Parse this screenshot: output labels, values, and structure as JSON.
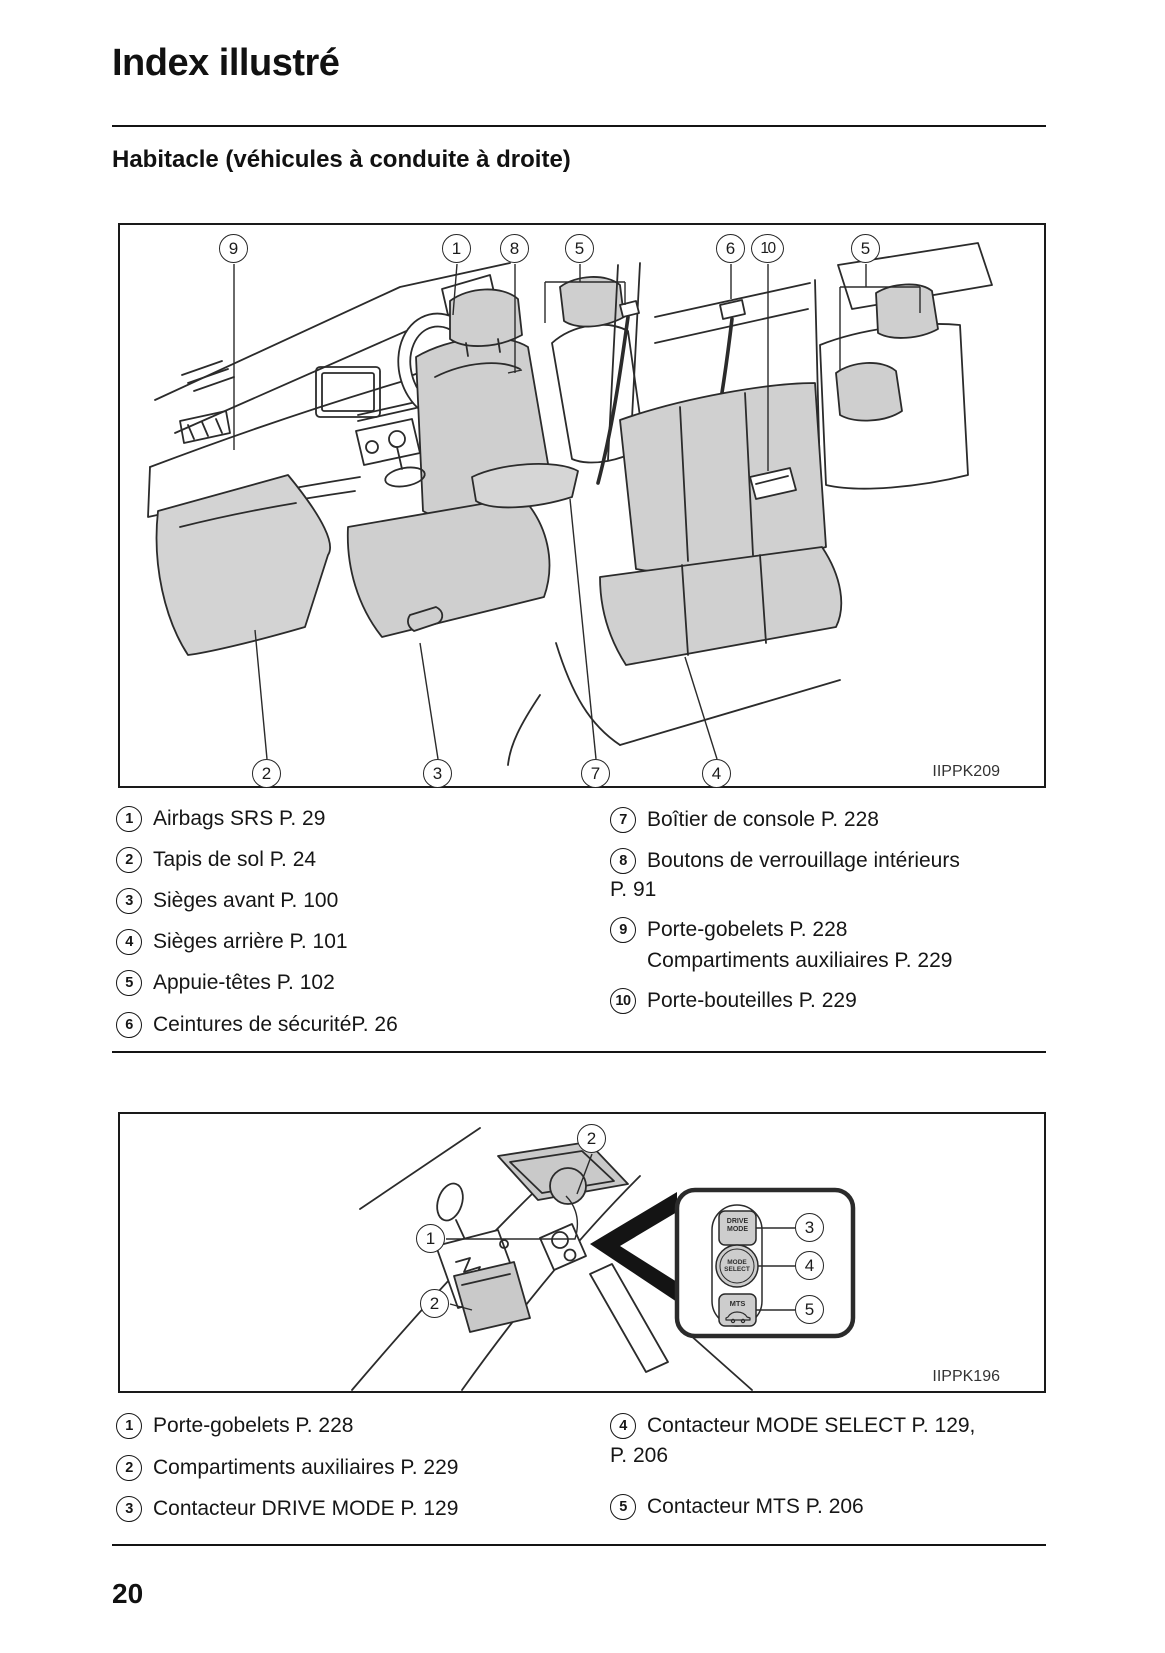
{
  "page": {
    "title": "Index illustré",
    "section_heading": "Habitacle (véhicules à conduite à droite)",
    "page_number": "20"
  },
  "figure1": {
    "image_code": "IIPPK209",
    "callouts_top": [
      "9",
      "1",
      "8",
      "5",
      "6",
      "10",
      "5"
    ],
    "callouts_bottom": [
      "2",
      "3",
      "7",
      "4"
    ],
    "legend_left": [
      {
        "num": "1",
        "text": "Airbags SRS P. 29"
      },
      {
        "num": "2",
        "text": "Tapis de sol P. 24"
      },
      {
        "num": "3",
        "text": "Sièges avant P. 100"
      },
      {
        "num": "4",
        "text": "Sièges arrière P. 101"
      },
      {
        "num": "5",
        "text": "Appuie-têtes P. 102"
      },
      {
        "num": "6",
        "text": "Ceintures de sécuritéP. 26"
      }
    ],
    "legend_right": [
      {
        "num": "7",
        "line1": "Boîtier de console P. 228",
        "line2": ""
      },
      {
        "num": "8",
        "line1": "Boutons de verrouillage intérieurs",
        "line2": "P. 91"
      },
      {
        "num": "9",
        "line1": "Porte-gobelets P. 228",
        "line2": "Compartiments auxiliaires P. 229"
      },
      {
        "num": "10",
        "line1": "Porte-bouteilles P. 229",
        "line2": ""
      }
    ]
  },
  "figure2": {
    "image_code": "IIPPK196",
    "callouts": [
      "2",
      "1",
      "2",
      "3",
      "4",
      "5"
    ],
    "buttons": {
      "drive_mode": "DRIVE MODE",
      "mode_select": "MODE SELECT",
      "mts": "MTS"
    },
    "legend_left": [
      {
        "num": "1",
        "text": "Porte-gobelets P. 228"
      },
      {
        "num": "2",
        "text": "Compartiments auxiliaires P. 229"
      },
      {
        "num": "3",
        "text": "Contacteur DRIVE MODE P. 129"
      }
    ],
    "legend_right": [
      {
        "num": "4",
        "line1": "Contacteur MODE SELECT P. 129,",
        "line2": "P. 206"
      },
      {
        "num": "5",
        "line1": "Contacteur MTS P. 206",
        "line2": ""
      }
    ]
  },
  "colors": {
    "line_art": "#2b2b2b",
    "seat_fill": "#cfcfcf",
    "mat_fill": "#d3d3d3",
    "text": "#161616"
  }
}
